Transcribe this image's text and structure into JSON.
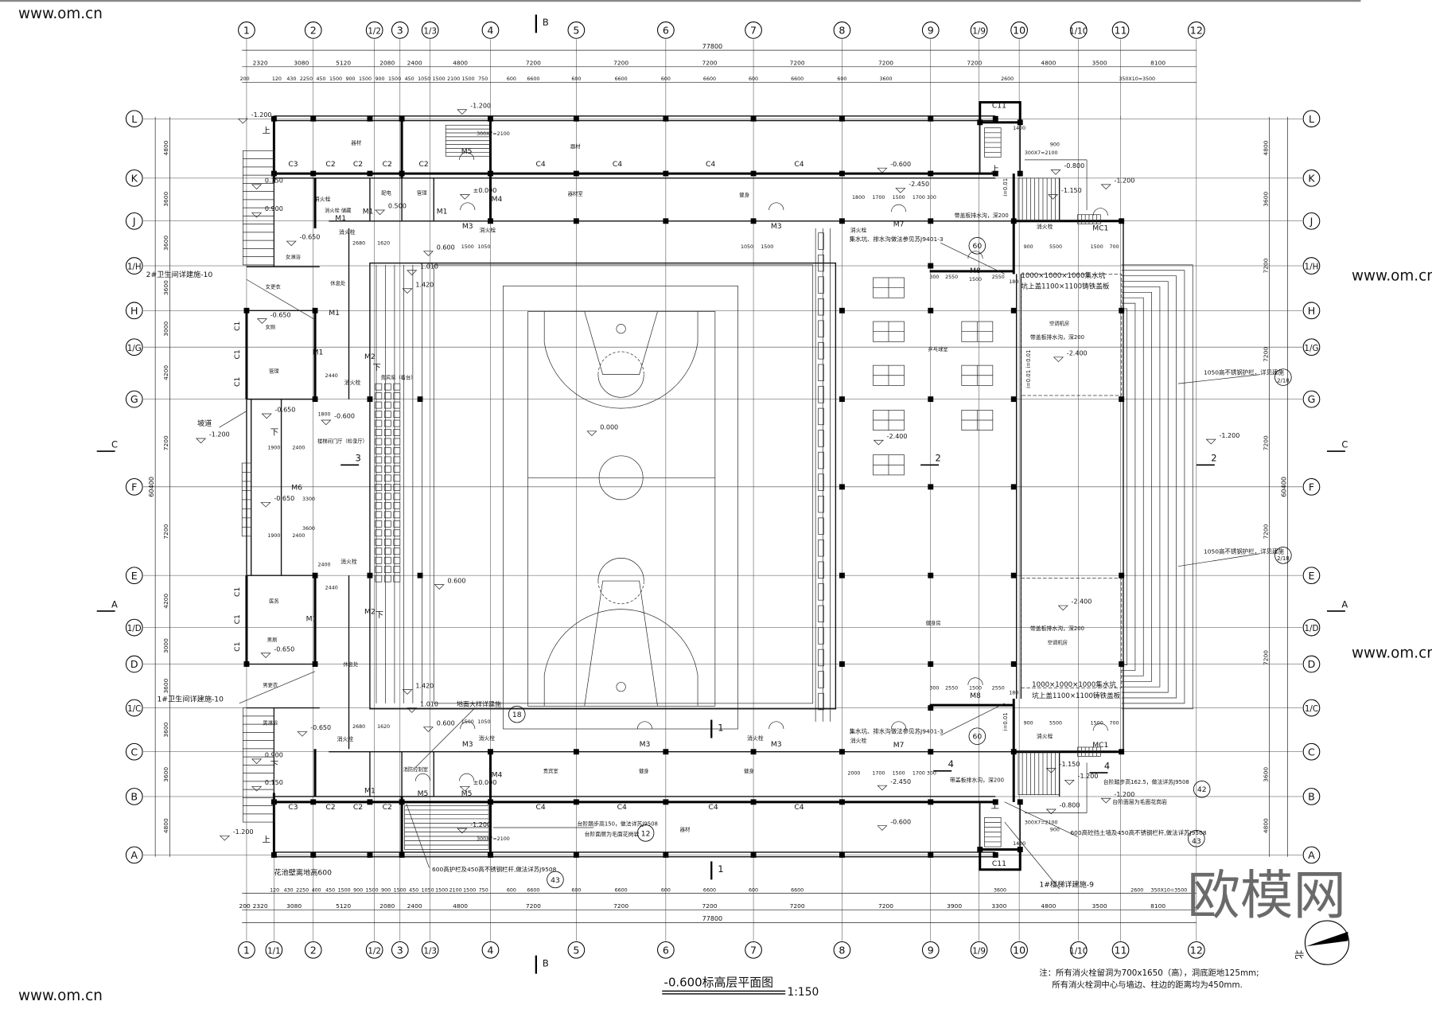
{
  "title": {
    "name": "-0.600标高层平面图",
    "scale": "1:150"
  },
  "notes": [
    "注：所有消火栓留洞为700x1650（高），洞底距地125mm;",
    "所有消火栓洞中心与墙边、柱边的距离均为450mm."
  ],
  "north_label": "北",
  "watermark": {
    "logo": "欧模网",
    "url": "www.om.cn"
  },
  "section_marks": [
    "B",
    "B",
    "C",
    "C",
    "A",
    "A",
    "1",
    "1",
    "2",
    "2",
    "3",
    "4",
    "4"
  ],
  "axes": {
    "top": [
      "1",
      "2",
      "1/2",
      "3",
      "1/3",
      "4",
      "5",
      "6",
      "7",
      "8",
      "9",
      "1/9",
      "10",
      "1/10",
      "11",
      "12"
    ],
    "bottom": [
      "1",
      "1/1",
      "2",
      "1/2",
      "3",
      "1/3",
      "4",
      "5",
      "6",
      "7",
      "8",
      "9",
      "1/9",
      "10",
      "1/10",
      "11",
      "12"
    ],
    "rows": [
      "L",
      "K",
      "J",
      "1/H",
      "H",
      "1/G",
      "G",
      "F",
      "E",
      "1/D",
      "D",
      "1/C",
      "C",
      "B",
      "A"
    ]
  },
  "dimensions": {
    "top_total": "77800",
    "top_axis": [
      "2320",
      "3080",
      "5120",
      "2080",
      "2400",
      "4800",
      "7200",
      "7200",
      "7200",
      "7200",
      "7200",
      "7200",
      "4800",
      "3500",
      "8100"
    ],
    "top_detail": [
      "200",
      "120",
      "430",
      "2250",
      "450",
      "1500",
      "900",
      "1500",
      "900",
      "1500",
      "450",
      "1050",
      "1500",
      "2100",
      "1500",
      "750",
      "600",
      "6600",
      "600",
      "6600",
      "600",
      "6600",
      "600",
      "6600",
      "600",
      "3600",
      "2600",
      "350X10=3500"
    ],
    "bottom_detail": [
      "120",
      "430",
      "2250",
      "400",
      "450",
      "1500",
      "900",
      "1500",
      "900",
      "1500",
      "450",
      "1050",
      "1500",
      "2100",
      "1500",
      "750",
      "600",
      "6600",
      "600",
      "6600",
      "600",
      "6600",
      "600",
      "6600",
      "3600",
      "2600",
      "350X10=3500"
    ],
    "bottom_axis": [
      "200",
      "2320",
      "3080",
      "5120",
      "2080",
      "2400",
      "4800",
      "7200",
      "7200",
      "7200",
      "7200",
      "7200",
      "3900",
      "3300",
      "4800",
      "3500",
      "8100"
    ],
    "bottom_total": "77800",
    "left_total": "60400",
    "left_axis": [
      "4800",
      "3600",
      "3600",
      "3600",
      "3000",
      "4200",
      "7200",
      "7200",
      "4200",
      "3000",
      "3600",
      "3600",
      "3600",
      "4800"
    ],
    "right_axis": [
      "4800",
      "3600",
      "7200",
      "7200",
      "7200",
      "7200",
      "7200",
      "3600",
      "4800"
    ],
    "right_total": "60400"
  },
  "rooms": [
    "器材",
    "配电",
    "管理",
    "消火栓 储藏",
    "女淋浴",
    "女更衣",
    "女厕",
    "管理",
    "休息处",
    "楼梯间门厅（检录厅）",
    "贵宾席（看台）",
    "器材室",
    "健身",
    "乒乓球室",
    "空调机房",
    "健身房",
    "空调机房",
    "医务",
    "男厕",
    "男更衣",
    "男淋浴",
    "休息处",
    "消防控制室",
    "贵宾室",
    "健身",
    "健身",
    "器材",
    "器材"
  ],
  "elevations": [
    "-1.200",
    "-1.200",
    "0.150",
    "0.900",
    "-0.650",
    "-0.650",
    "0.500",
    "±0.000",
    "0.600",
    "1.010",
    "1.420",
    "-0.600",
    "-0.650",
    "-0.650",
    "-1.200",
    "0.600",
    "0.000",
    "-0.600",
    "-2.450",
    "-0.800",
    "-1.150",
    "-1.200",
    "-2.400",
    "-2.400",
    "-1.200",
    "-2.400",
    "-2.450",
    "-0.600",
    "-0.800",
    "-1.150",
    "-1.200",
    "-1.200",
    "-0.650",
    "-0.650",
    "0.900",
    "0.150",
    "-1.200",
    "±0.000",
    "1.420",
    "1.010",
    "0.600",
    "-1.200"
  ],
  "openings": [
    "C3",
    "C2",
    "C2",
    "C2",
    "C2",
    "C4",
    "C4",
    "C4",
    "C4",
    "C11",
    "C11",
    "M5",
    "M5",
    "M5",
    "M3",
    "M3",
    "M3",
    "M3",
    "M3",
    "M4",
    "M4",
    "M7",
    "M7",
    "M8",
    "M8",
    "MC1",
    "MC1",
    "M2",
    "M2",
    "M6",
    "C1",
    "C1",
    "C1",
    "C1",
    "C1",
    "C1",
    "C3",
    "C2",
    "C2",
    "C2",
    "C4",
    "C4",
    "C4",
    "C4",
    "M1",
    "M1",
    "M1",
    "M1",
    "M1",
    "M1",
    "M1"
  ],
  "hydrants": [
    "消火栓",
    "消火栓",
    "消火栓",
    "消火栓",
    "消火栓",
    "消火栓",
    "消火栓",
    "消火栓",
    "消火栓",
    "消火栓",
    "消火栓",
    "消火栓"
  ],
  "annotations": [
    "2#卫生间详建施-10",
    "1#卫生间详建施-10",
    "坡道",
    "地面大样详建施",
    "花池壁离地高600",
    "600高护栏及450高不锈钢栏杆,做法详苏J9508",
    "台阶踏步高150，做法详苏J9508",
    "台阶面层为毛面花岗岩",
    "1#楼梯详建施-9",
    "600高砼挡土墙及450高不锈钢栏杆,做法详苏J9508",
    "台阶踏步高162.5，做法详苏J9508",
    "台阶面层为毛面花岗岩",
    "1050高不锈钢护栏，详见建施",
    "1050高不锈钢护栏，详见建施",
    "集水坑、排水沟做法参见苏J9401-3",
    "集水坑、排水沟做法参见苏J9401-3",
    "带盖板排水沟，深200",
    "带盖板排水沟，深200",
    "带盖板排水沟，深200",
    "带盖板排水沟，深200",
    "1000×1000×1000集水坑",
    "坑上盖1100×1100铸铁盖板",
    "1000×1000×1000集水坑",
    "坑上盖1100×1100铸铁盖板",
    "上",
    "上",
    "上",
    "上",
    "下",
    "下",
    "下",
    "下",
    "i=0.01",
    "i=0.01",
    "i=0.01",
    "i=0.01"
  ],
  "detail_refs": [
    "18",
    "43",
    "12",
    "43",
    "42",
    "2/18",
    "2/18",
    "60",
    "60"
  ],
  "small_dims": [
    "1800",
    "1700",
    "1500",
    "1700",
    "300",
    "2000",
    "1700",
    "1500",
    "1700",
    "300",
    "300",
    "2550",
    "1500",
    "2550",
    "180",
    "300",
    "2550",
    "1500",
    "2550",
    "180",
    "900",
    "5500",
    "1500",
    "700",
    "900",
    "5500",
    "1500",
    "700",
    "300X7=2100",
    "900",
    "1400",
    "300X7=2100",
    "900",
    "1400",
    "300X7=2100",
    "300X7=2100",
    "2680",
    "1620",
    "2680",
    "1620",
    "2440",
    "2440",
    "1500",
    "1050",
    "1500",
    "1050",
    "1050",
    "1500",
    "1900",
    "2400",
    "1900",
    "2400",
    "3300",
    "3600",
    "1800",
    "2400"
  ]
}
